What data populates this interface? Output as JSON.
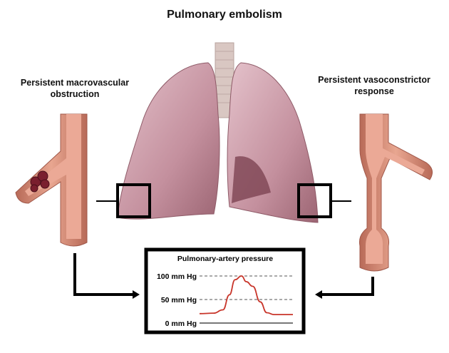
{
  "title": "Pulmonary embolism",
  "left_label": "Persistent macrovascular obstruction",
  "right_label": "Persistent vasoconstrictor response",
  "chart_data": {
    "type": "line",
    "title": "Pulmonary-artery pressure",
    "y_ticks": [
      {
        "value": 100,
        "label": "100 mm Hg",
        "style": "dashed"
      },
      {
        "value": 50,
        "label": "50 mm Hg",
        "style": "dashed"
      },
      {
        "value": 0,
        "label": "0 mm Hg",
        "style": "solid"
      }
    ],
    "ylim": [
      0,
      100
    ],
    "series": [
      {
        "name": "pressure",
        "color": "#c8352a",
        "x": [
          0,
          15,
          25,
          32,
          38,
          45,
          50,
          57,
          65,
          72,
          80,
          88,
          100
        ],
        "y": [
          20,
          21,
          28,
          60,
          92,
          100,
          88,
          78,
          45,
          22,
          18,
          18,
          18
        ]
      }
    ]
  },
  "colors": {
    "lung": "#c99aa6",
    "vessel": "#d8907c",
    "vessel_inner": "#f0c0aa",
    "clot": "#7a1f2e"
  }
}
